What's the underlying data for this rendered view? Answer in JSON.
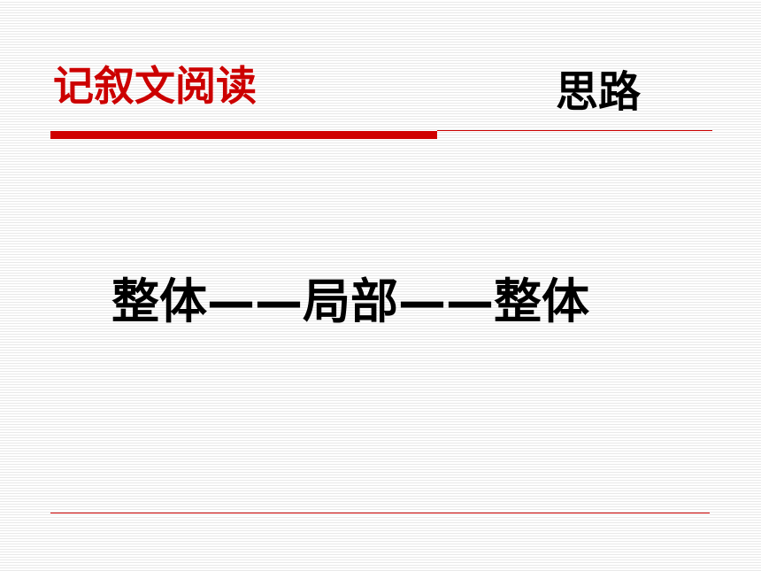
{
  "slide": {
    "title": "记叙文阅读",
    "subtitle": "思路",
    "body_text": "整体——局部——整体",
    "accent_color": "#cc0000"
  }
}
